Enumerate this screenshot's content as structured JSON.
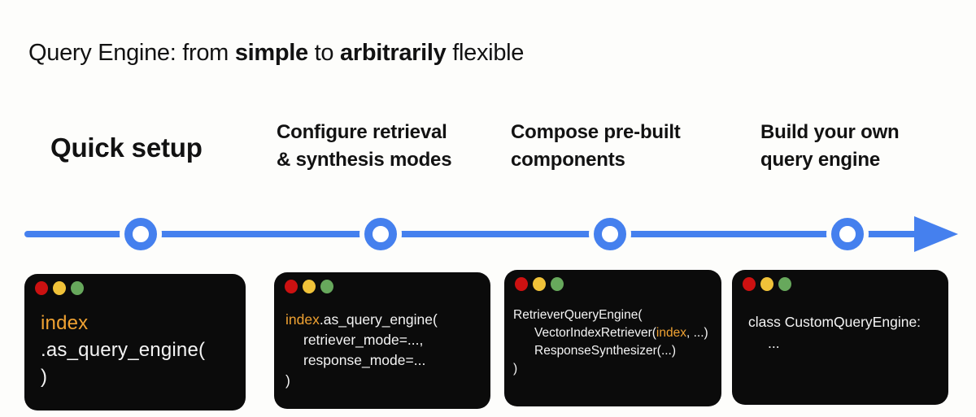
{
  "title": {
    "seg1": "Query Engine: from ",
    "seg2": "simple",
    "seg3": " to ",
    "seg4": "arbitrarily",
    "seg5": " flexible"
  },
  "stages": [
    {
      "heading": "Quick setup"
    },
    {
      "heading": "Configure retrieval\n& synthesis modes"
    },
    {
      "heading": "Compose pre-built\ncomponents"
    },
    {
      "heading": "Build your own\nquery engine"
    }
  ],
  "timeline": {
    "milestone_count": 4,
    "direction": "left-to-right",
    "color": "#4580ee"
  },
  "windows": {
    "w1": {
      "line1": "index",
      "line2": ".as_query_engine(",
      "line3": ")"
    },
    "w2": {
      "line1_index": "index",
      "line1_rest": ".as_query_engine(",
      "line2": "retriever_mode=...,",
      "line3": "response_mode=...",
      "line4": ")"
    },
    "w3": {
      "line1": "RetrieverQueryEngine(",
      "line2_pre": "VectorIndexRetriever(",
      "line2_index": "index",
      "line2_post": ", ...)",
      "line3": "ResponseSynthesizer(...)",
      "line4": ")"
    },
    "w4": {
      "line1": "class CustomQueryEngine:",
      "line2": "..."
    }
  },
  "colors": {
    "background": "#fdfdfb",
    "text": "#121212",
    "accent_blue": "#4580ee",
    "code_orange": "#f0a232",
    "code_white": "#f4f4f4",
    "window_bg": "#0b0b0b",
    "traffic_red": "#cc1111",
    "traffic_yellow": "#f0c239",
    "traffic_green": "#67a85c"
  }
}
